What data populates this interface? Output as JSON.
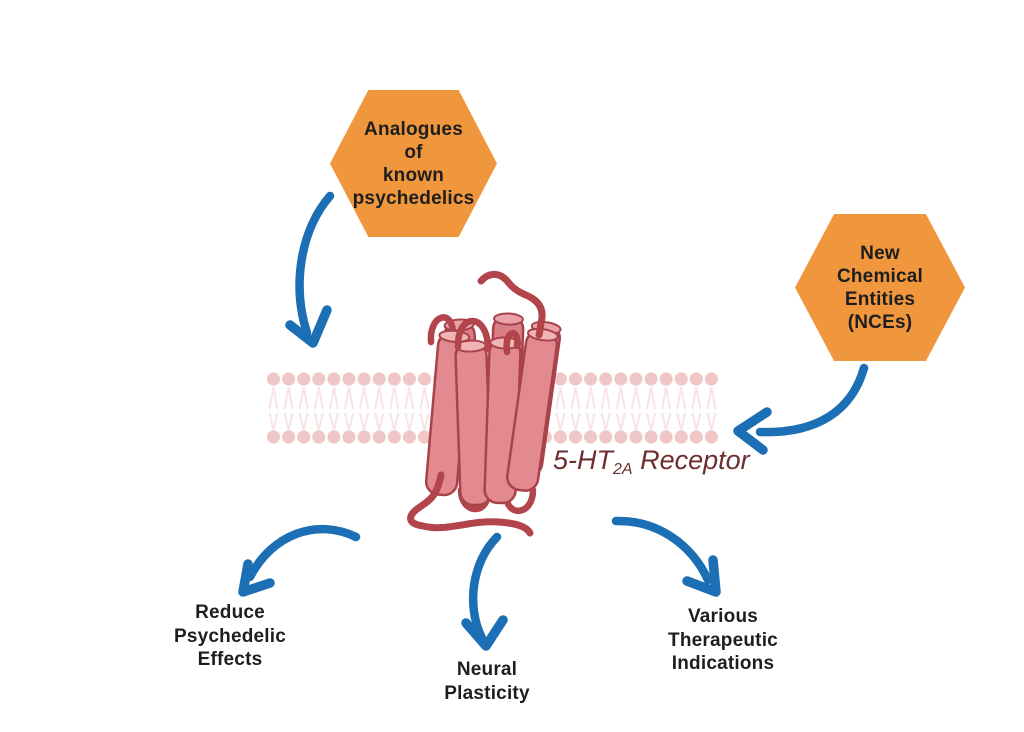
{
  "hexagons": {
    "left_label": "Analogues\nof\nknown\npsychedelics",
    "right_label": "New\nChemical\nEntities\n(NCEs)"
  },
  "receptor_label": {
    "prefix": "5-HT",
    "subscript": "2A",
    "suffix": " Receptor"
  },
  "outcomes": [
    "Reduce\nPsychedelic\nEffects",
    "Neural\nPlasticity",
    "Various\nTherapeutic\nIndications"
  ],
  "colors": {
    "hexagon_orange": "#F0963C",
    "arrow_blue": "#1C6FB4",
    "label_black": "#1E1E1E",
    "receptor_label_maroon": "#6D2E2E",
    "membrane_head_pink": "#F0C7C6",
    "membrane_tail_pink": "#F8E4E4",
    "helix_fill": "#E28A90",
    "helix_back_fill": "#DB7F86",
    "helix_top": "#F0B3B6",
    "helix_stroke": "#A8434B",
    "loop_red": "#B2454C"
  }
}
